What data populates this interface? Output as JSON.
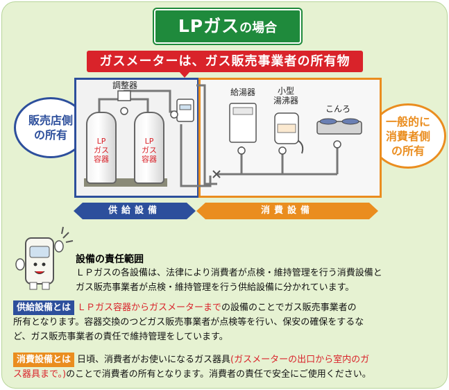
{
  "title": {
    "main": "LPガス",
    "sub": "の場合"
  },
  "ribbon": "ガスメーターは、ガス販売事業者の所有物",
  "left_oval": {
    "line1": "販売店側",
    "line2": "の所有"
  },
  "right_oval": {
    "line1": "一般的に",
    "line2": "消費者側",
    "line3": "の所有"
  },
  "labels": {
    "regulator": "調整器",
    "water_heater": "給湯器",
    "small_heater_1": "小型",
    "small_heater_2": "湯沸器",
    "stove": "こんろ",
    "cylinder_1": "LP",
    "cylinder_2": "ガス",
    "cylinder_3": "容器"
  },
  "bars": {
    "supply": "供給設備",
    "consumption": "消費設備"
  },
  "section": {
    "heading": "設備の責任範囲",
    "line1": "ＬＰガスの各設備は、法律により消費者が点検・維持管理を行う消費設備と",
    "line2": "ガス販売事業者が点検・維持管理を行う供給設備に分かれています。"
  },
  "supply_def": {
    "tag": "供給設備とは",
    "highlight": "ＬＰガス容器からガスメーターまで",
    "rest1": "の設備のことでガス販売事業者の",
    "line2": "所有となります。容器交換のつどガス販売事業者が点検等を行い、保安の確保をするな",
    "line3": "ど、ガス販売事業者の責任で維持管理をしています。"
  },
  "consume_def": {
    "tag": "消費設備とは",
    "pre": "日頃、消費者がお使いになるガス器具",
    "highlight1": "(ガスメーターの出口から室内のガ",
    "highlight2": "ス器具まで。)",
    "rest": "のことで消費者の所有となります。消費者の責任で安全にご使用ください。"
  },
  "colors": {
    "green": "#1f8a3c",
    "blue": "#2d4f9c",
    "orange": "#ea8d1f",
    "red": "#d9232a"
  }
}
